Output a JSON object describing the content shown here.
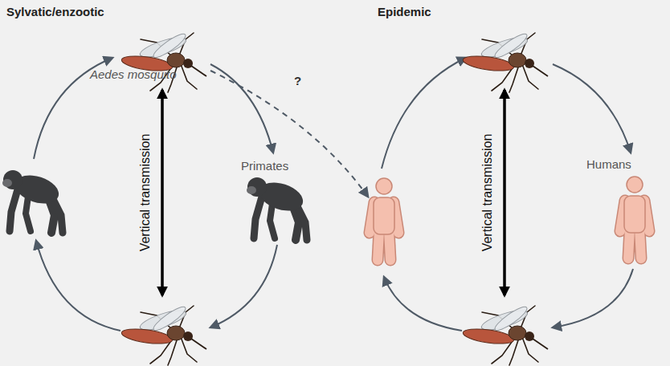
{
  "diagram": {
    "labels": [
      "Sylvatic/enzootic",
      "Epidemic",
      "Aedes mosquito",
      "?",
      "Vertical transmission",
      "Primates",
      "Vertical transmission",
      "Humans"
    ]
  }
}
